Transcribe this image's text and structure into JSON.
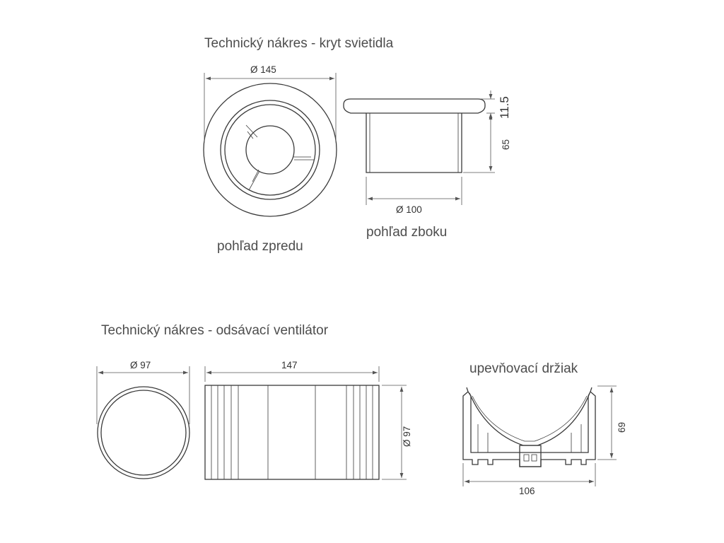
{
  "top": {
    "title": "Technický nákres - kryt svietidla",
    "front_diameter": "Ø 145",
    "side_diameter": "Ø 100",
    "rim_height": "11.5",
    "body_height": "65",
    "front_caption": "pohľad zpredu",
    "side_caption": "pohľad zboku"
  },
  "bottom": {
    "title": "Technický nákres - odsávací ventilátor",
    "ring_diameter": "Ø 97",
    "length": "147",
    "body_diameter": "Ø 97",
    "bracket_caption": "upevňovací držiak",
    "bracket_height": "69",
    "bracket_width": "106"
  },
  "colors": {
    "line": "#3a3a3a",
    "text": "#4d4d4d"
  }
}
